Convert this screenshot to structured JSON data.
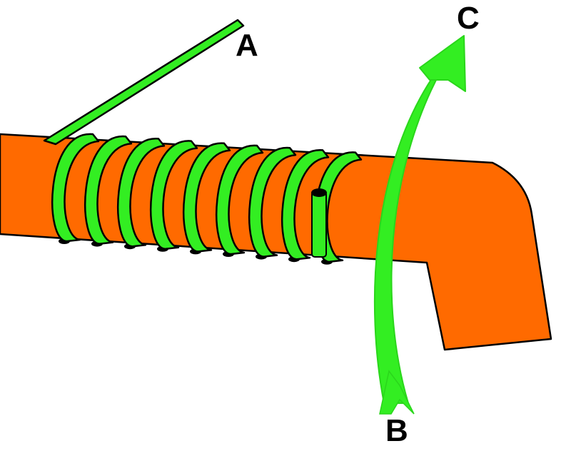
{
  "diagram": {
    "labels": {
      "a": "A",
      "b": "B",
      "c": "C"
    },
    "colors": {
      "core": "#ff6a00",
      "wire": "#33ee22",
      "outline": "#000000",
      "background": "#ffffff"
    },
    "coil": {
      "turns": 9
    }
  }
}
